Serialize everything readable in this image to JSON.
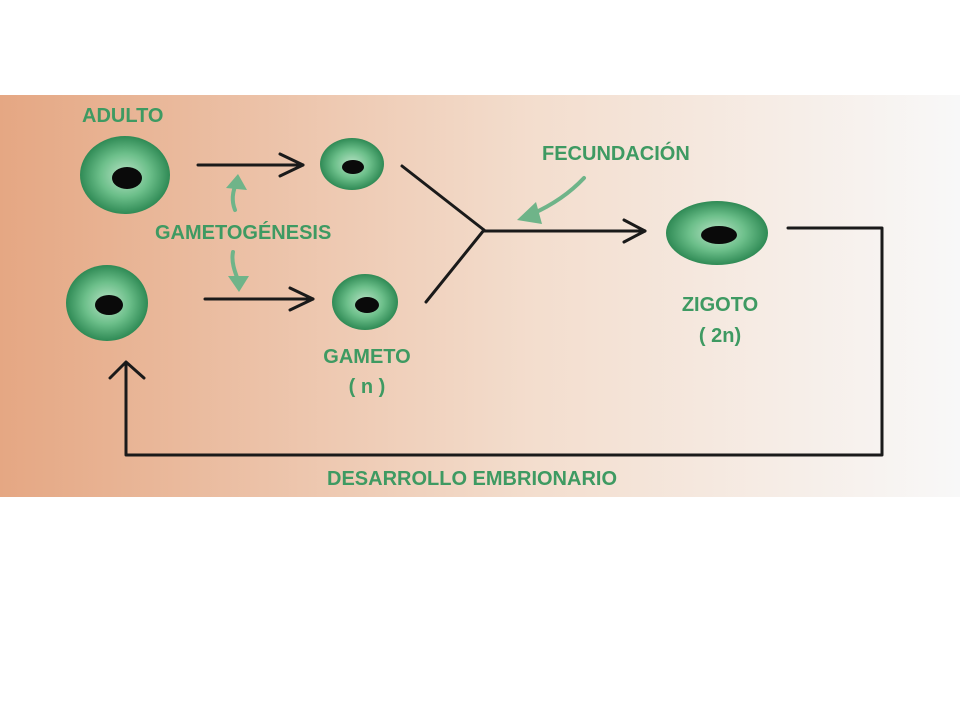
{
  "labels": {
    "adulto": "ADULTO",
    "gametogenesis": "GAMETOGÉNESIS",
    "fecundacion": "FECUNDACIÓN",
    "gameto": "GAMETO",
    "gameto_ploidy": "( n )",
    "zigoto": "ZIGOTO",
    "zigoto_ploidy": "( 2n)",
    "desarrollo": "DESARROLLO EMBRIONARIO"
  },
  "colors": {
    "label_green": "#3e9a62",
    "cell_edge": "#2f8a55",
    "cell_center": "#b9e3c6",
    "nucleus": "#0a0a0a",
    "arrow_dark": "#1a1a1a",
    "arrow_green": "#6fb489",
    "bg_left": "#e5a783",
    "bg_right": "#f8f8f8"
  }
}
